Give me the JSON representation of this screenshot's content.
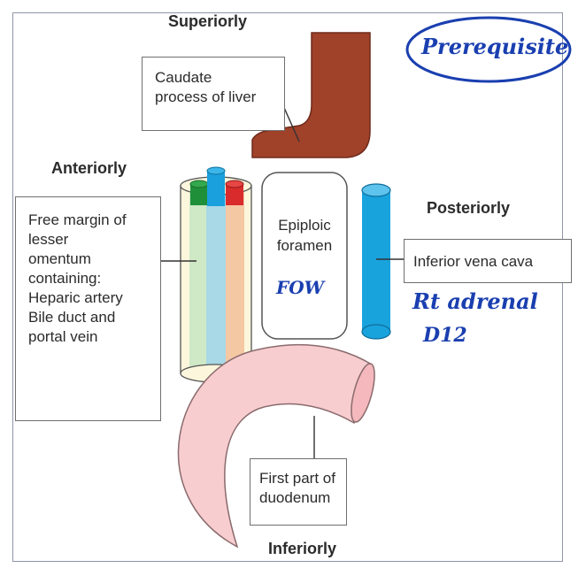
{
  "headings": {
    "superiorly": "Superiorly",
    "anteriorly": "Anteriorly",
    "posteriorly": "Posteriorly",
    "inferiorly": "Inferiorly"
  },
  "labels": {
    "caudate": "Caudate\nprocess of liver",
    "free_margin": "Free margin of\nlesser\nomentum\ncontaining:\nHeparic artery\nBile duct and\nportal vein",
    "epiploic": "Epiploic\nforamen",
    "ivc": "Inferior vena cava",
    "duodenum": "First part of\nduodenum"
  },
  "handwriting": {
    "top_note": "Prerequisite",
    "fow": "FOW",
    "rt_adrenal": "Rt adrenal",
    "d12": "D12"
  },
  "colors": {
    "liver": "#a0412a",
    "ivc": "#19a3dd",
    "duodenum": "#f8cdd0",
    "ink": "#1a3fb0"
  }
}
